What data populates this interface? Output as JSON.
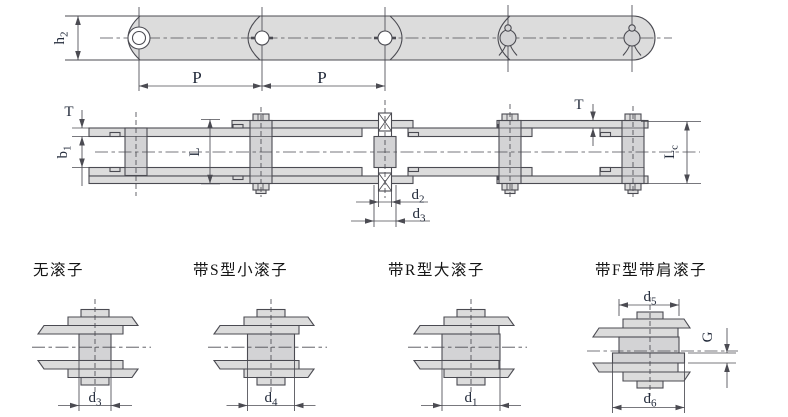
{
  "drawing_title": "conveyor-chain-dimension-drawing",
  "top_view": {
    "dims": {
      "h2": {
        "main": "h",
        "sub": "2"
      },
      "pitch_left": "P",
      "pitch_right": "P"
    }
  },
  "side_view": {
    "dims": {
      "t_left": "T",
      "b1": {
        "main": "b",
        "sub": "1"
      },
      "l": "L",
      "d2": {
        "main": "d",
        "sub": "2"
      },
      "d3": {
        "main": "d",
        "sub": "3"
      },
      "t_right": "T",
      "lc": {
        "main": "L",
        "sub": "c"
      }
    }
  },
  "roller_types": [
    {
      "title": "无滚子",
      "dim": {
        "main": "d",
        "sub": "3"
      }
    },
    {
      "title": "带S型小滚子",
      "dim": {
        "main": "d",
        "sub": "4"
      }
    },
    {
      "title": "带R型大滚子",
      "dim": {
        "main": "d",
        "sub": "1"
      }
    },
    {
      "title": "带F型带肩滚子",
      "dim_top": {
        "main": "d",
        "sub": "5"
      },
      "dim_side": "G",
      "dim_bottom": {
        "main": "d",
        "sub": "6"
      }
    }
  ],
  "colors": {
    "line": "#4b4b52",
    "plate_fill": "#dcdcdc",
    "bushing_fill": "#d3d3d5",
    "text": "#222a3a"
  }
}
